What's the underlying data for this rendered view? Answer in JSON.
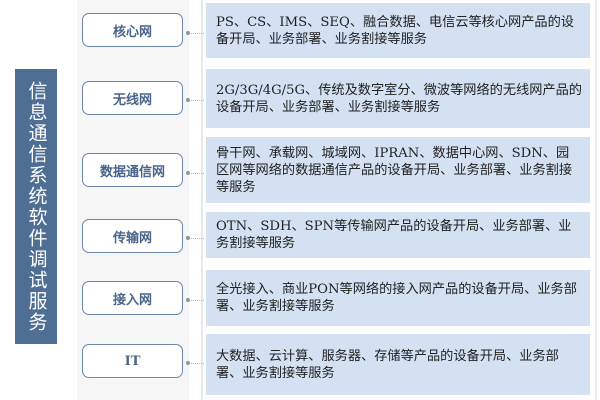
{
  "title": "信息通信系统软件调试服务",
  "colors": {
    "title_bar": "#4e6e94",
    "category_border": "#6a86aa",
    "category_text": "#4a6589",
    "description_bg": "#d4e1f2"
  },
  "categories": [
    {
      "label": "核心网",
      "description": "PS、CS、IMS、SEQ、融合数据、电信云等核心网产品的设备开局、业务部署、业务割接等服务"
    },
    {
      "label": "无线网",
      "description": "2G/3G/4G/5G、传统及数字室分、微波等网络的无线网产品的设备开局、业务部署、业务割接等服务"
    },
    {
      "label": "数据通信网",
      "description": "骨干网、承载网、城域网、IPRAN、数据中心网、SDN、园区网等网络的数据通信产品的设备开局、业务部署、业务割接等服务"
    },
    {
      "label": "传输网",
      "description": "OTN、SDH、SPN等传输网产品的设备开局、业务部署、业务割接等服务"
    },
    {
      "label": "接入网",
      "description": "全光接入、商业PON等网络的接入网产品的设备开局、业务部署、业务割接等服务"
    },
    {
      "label": "IT",
      "description": "大数据、云计算、服务器、存储等产品的设备开局、业务部署、业务割接等服务"
    }
  ]
}
